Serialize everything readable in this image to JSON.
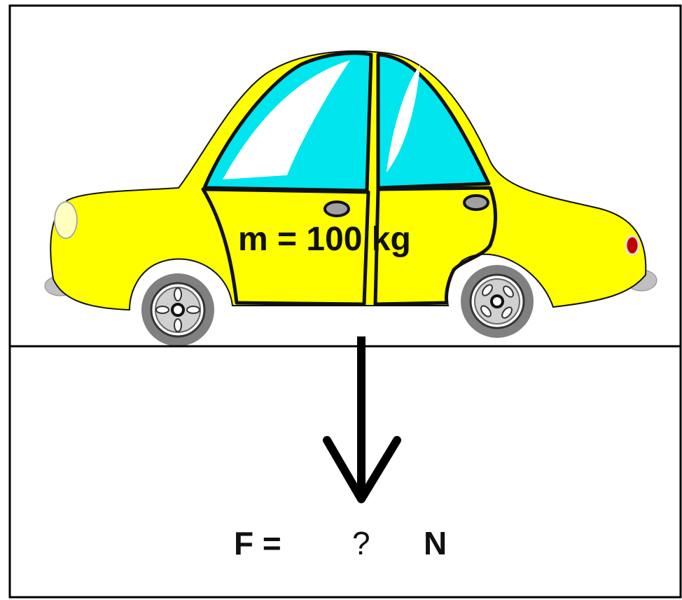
{
  "labels": {
    "mass": "m = 100 kg",
    "force_prefix": "F =",
    "force_unknown": "?",
    "force_unit": "N"
  },
  "colors": {
    "car_body": "#FFFF00",
    "window": "#00E5EE",
    "outline": "#111111",
    "tire": "#808080",
    "taillight": "#C00000",
    "headlight": "#FFFFC0",
    "bumper": "#C0C0C0"
  },
  "icons": {
    "car": "car-icon",
    "arrow": "down-arrow-icon"
  }
}
